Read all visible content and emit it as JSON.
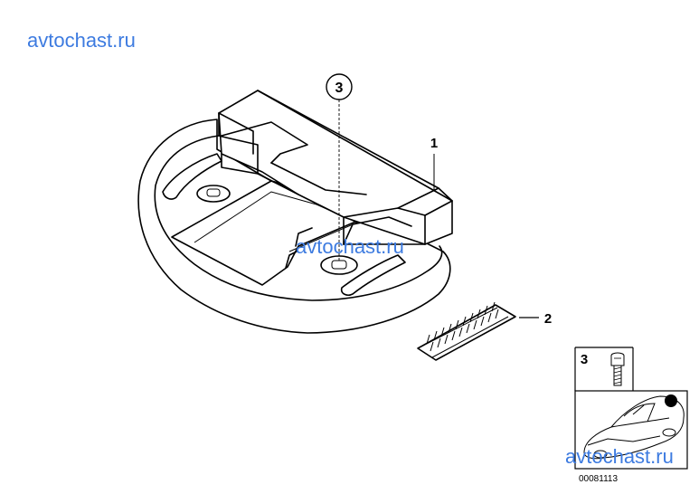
{
  "watermarks": {
    "top_left": "avtochast.ru",
    "center": "avtochast.ru",
    "bottom_right": "avtochast.ru"
  },
  "callouts": {
    "part1": "1",
    "part2": "2",
    "part3": "3",
    "inset_part": "3"
  },
  "diagram_code": "00081113"
}
